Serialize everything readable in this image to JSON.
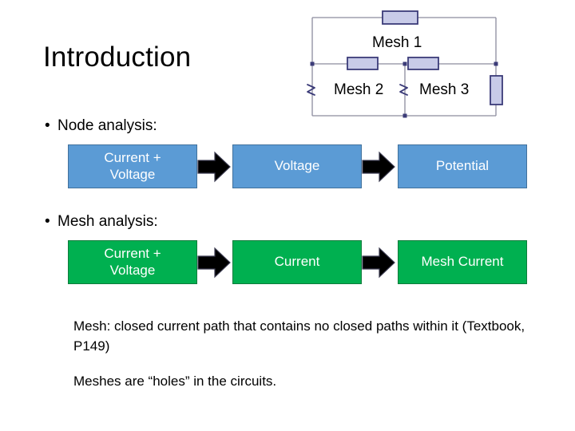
{
  "slide": {
    "title": "Introduction"
  },
  "bullets": [
    {
      "marker": "•",
      "label": "Node analysis:"
    },
    {
      "marker": "•",
      "label": "Mesh analysis:"
    }
  ],
  "flows": [
    {
      "id": "node-analysis-flow",
      "color": "#5B9BD5",
      "border_color": "#41719C",
      "boxes": [
        {
          "label": "Current +\nVoltage",
          "line1": "Current +",
          "line2": "Voltage"
        },
        {
          "label": "Voltage",
          "line1": "Voltage",
          "line2": ""
        },
        {
          "label": "Potential",
          "line1": "Potential",
          "line2": ""
        }
      ],
      "arrows": [
        "right-arrow",
        "right-arrow"
      ]
    },
    {
      "id": "mesh-analysis-flow",
      "color": "#00B050",
      "border_color": "#0E7C3C",
      "boxes": [
        {
          "label": "Current +\nVoltage",
          "line1": "Current +",
          "line2": "Voltage"
        },
        {
          "label": "Current",
          "line1": "Current",
          "line2": ""
        },
        {
          "label": "Mesh Current",
          "line1": "Mesh Current",
          "line2": ""
        }
      ],
      "arrows": [
        "right-arrow",
        "right-arrow"
      ]
    }
  ],
  "paragraphs": [
    "Mesh: closed current path that contains no closed paths within it (Textbook, P149)",
    "Meshes  are “holes” in the circuits."
  ],
  "circuit": {
    "mesh_labels": [
      "Mesh 1",
      "Mesh 2",
      "Mesh 3"
    ],
    "wire_color": "#8C8C9E",
    "component_fill": "#C8CBE8",
    "component_border": "#3B3B78",
    "node_color": "#3B3B78"
  }
}
